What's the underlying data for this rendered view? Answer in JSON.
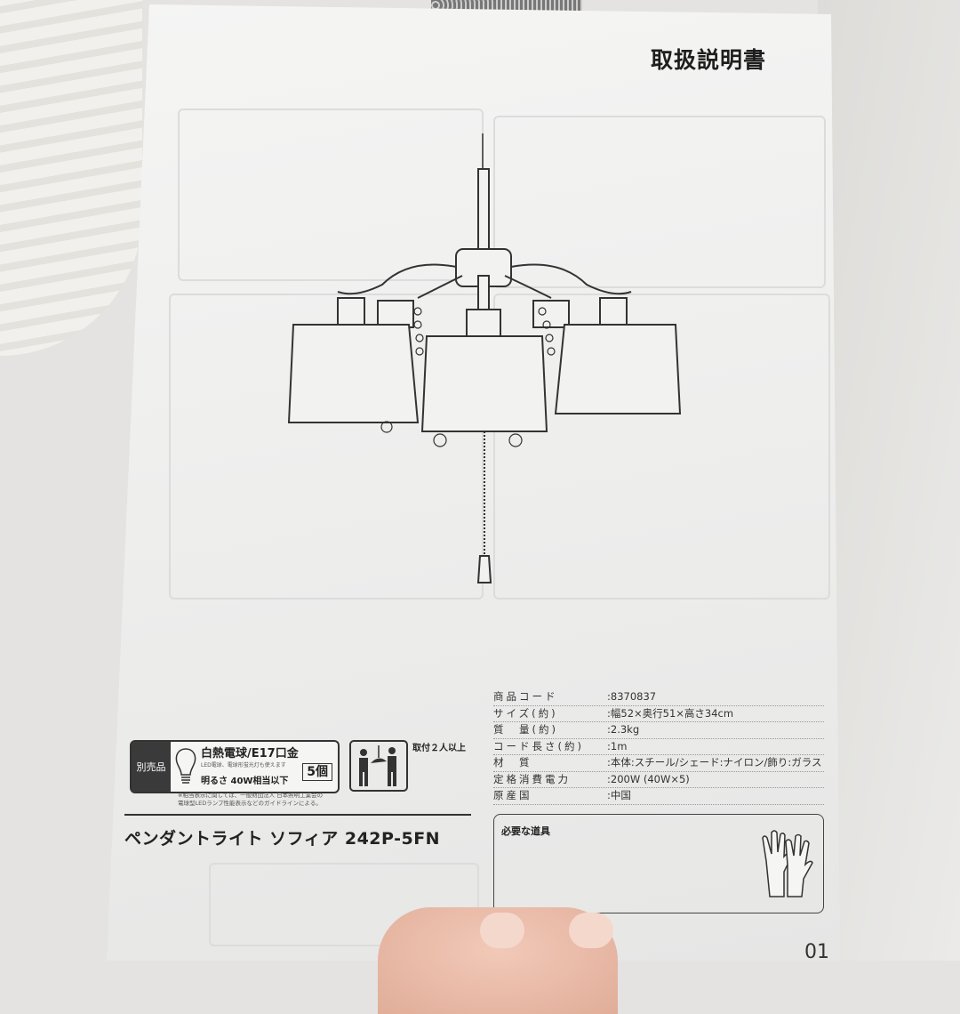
{
  "document": {
    "title": "取扱説明書",
    "product_name": "ペンダントライト ソフィア 242P-5FN",
    "page_number": "01"
  },
  "specs": [
    {
      "key": "商品コード",
      "value": ":8370837"
    },
    {
      "key": "サイズ(約)",
      "value": ":幅52×奥行51×高さ34cm"
    },
    {
      "key": "質　量(約)",
      "value": ":2.3kg"
    },
    {
      "key": "コード長さ(約)",
      "value": ":1m"
    },
    {
      "key": "材　質",
      "value": ":本体:スチール/シェード:ナイロン/飾り:ガラス"
    },
    {
      "key": "定格消費電力",
      "value": ":200W (40W×5)"
    },
    {
      "key": "原産国",
      "value": ":中国"
    }
  ],
  "sold_separately": {
    "label": "別売品",
    "bulb_type": "白熱電球/E17口金",
    "led_note": "LED電球、電球形蛍光灯も使えます",
    "brightness": "明るさ 40W相当以下",
    "quantity": "5個",
    "footnote_1": "※相当表示に関しては、一般財団法人 日本照明工業会の",
    "footnote_2": "電球型LEDランプ性能表示などのガイドラインによる。"
  },
  "installation": {
    "note": "取付２人以上"
  },
  "tools": {
    "heading": "必要な道具",
    "icon": "gloves-icon"
  },
  "icons": {
    "bulb": "light-bulb-icon",
    "install": "two-people-install-icon"
  }
}
